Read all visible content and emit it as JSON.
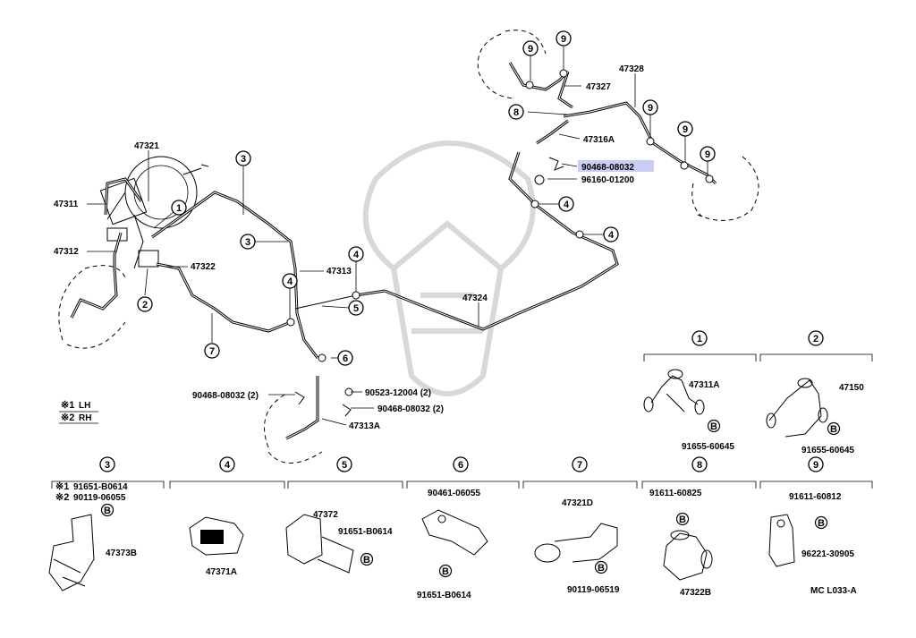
{
  "diagram": {
    "part_labels": {
      "p47321": "47321",
      "p47311": "47311",
      "p47312": "47312",
      "p47322": "47322",
      "p47313": "47313",
      "p47324": "47324",
      "p47328": "47328",
      "p47327": "47327",
      "p47316A": "47316A",
      "p90468_08032_top": "90468-08032",
      "p96160_01200": "96160-01200",
      "p90468_08032_2_left": "90468-08032 (2)",
      "p90523_12004_2": "90523-12004 (2)",
      "p90468_08032_2_right": "90468-08032 (2)",
      "p47313A": "47313A"
    },
    "callouts": {
      "c1": "1",
      "c2": "2",
      "c3": "3",
      "c4": "4",
      "c5": "5",
      "c6": "6",
      "c7": "7",
      "c8": "8",
      "c9": "9"
    },
    "legend": {
      "mark1": "※1",
      "lh": "LH",
      "mark2": "※2",
      "rh": "RH"
    },
    "details": {
      "d1": {
        "part_a": "47311A",
        "part_b": "91655-60645"
      },
      "d2": {
        "part_a": "47150",
        "part_b": "91655-60645"
      },
      "d3": {
        "line1_mark": "※1",
        "line1": "91651-B0614",
        "line2_mark": "※2",
        "line2": "90119-06055",
        "part_a": "47373B"
      },
      "d4": {
        "part_a": "47371A"
      },
      "d5": {
        "part_a": "47372",
        "part_b": "91651-B0614"
      },
      "d6": {
        "part_a": "90461-06055",
        "part_b": "91651-B0614"
      },
      "d7": {
        "part_a": "47321D",
        "part_b": "90119-06519"
      },
      "d8": {
        "part_a": "91611-60825",
        "part_b": "47322B"
      },
      "d9": {
        "part_a": "91611-60812",
        "part_b": "96221-30905"
      }
    },
    "bolt_mark": "B",
    "footer_code": "MC  L033-A",
    "highlight_color": "#c9cdf3"
  }
}
